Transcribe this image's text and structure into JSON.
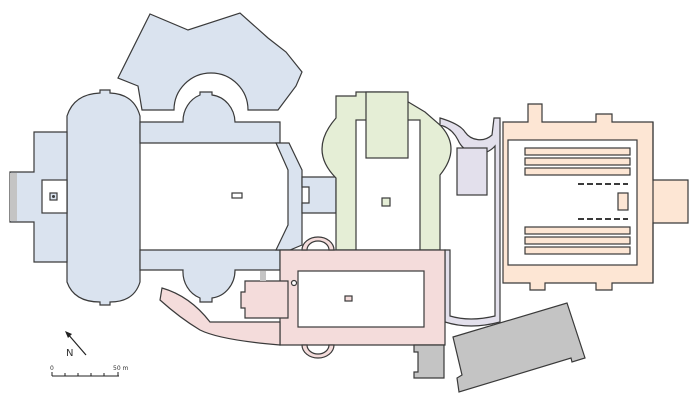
{
  "colors": {
    "phase_blue": "#dae3ef",
    "phase_green": "#e5eed6",
    "phase_pink": "#f4dcdb",
    "phase_orange": "#fde6d4",
    "phase_purple": "#e3e0ec",
    "phase_gray": "#c4c4c4",
    "outline": "#3a3a3a"
  },
  "north_arrow": {
    "label": "N"
  },
  "scale_bar": {
    "start_label": "0",
    "end_label": "50 m"
  }
}
